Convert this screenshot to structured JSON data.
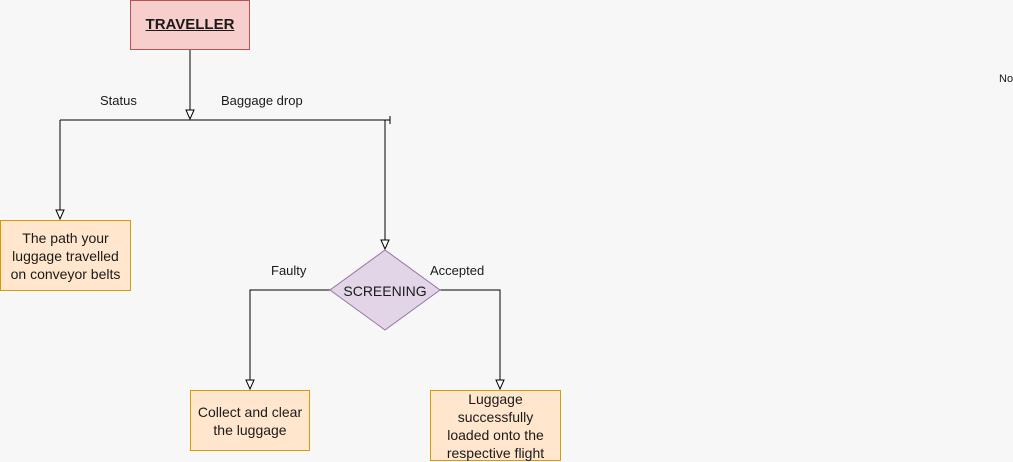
{
  "nodes": {
    "traveller": "TRAVELLER",
    "path": "The path your luggage travelled on conveyor belts",
    "screening": "SCREENING",
    "collect": "Collect and clear the luggage",
    "loaded": "Luggage successfully loaded onto the respective flight"
  },
  "edges": {
    "status": "Status",
    "baggage_drop": "Baggage drop",
    "faulty": "Faulty",
    "accepted": "Accepted"
  },
  "stray_text": "No",
  "colors": {
    "background": "#f7f7f7",
    "start_fill": "#f8cecc",
    "start_stroke": "#b85450",
    "process_fill": "#ffe6cc",
    "process_stroke": "#d79b00",
    "decision_fill": "#e1d5e7",
    "decision_stroke": "#9673a6",
    "connector": "#000000"
  }
}
